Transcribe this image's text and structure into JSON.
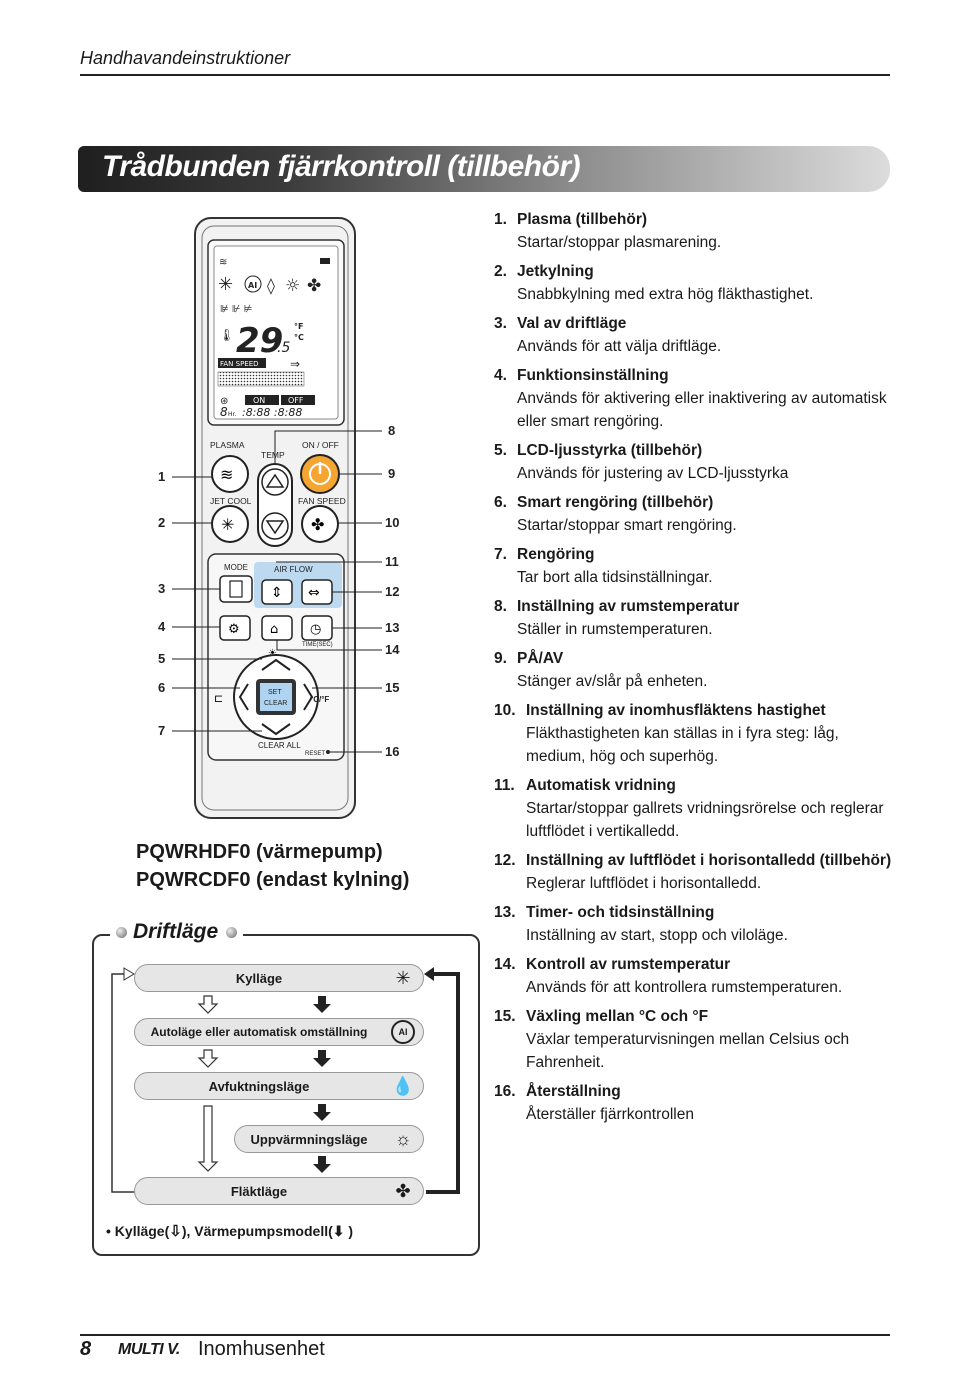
{
  "header": {
    "section": "Handhavandeinstruktioner"
  },
  "title": "Trådbunden fjärrkontroll (tillbehör)",
  "remote": {
    "display": {
      "temp": "29",
      "temp_decimal": ".5",
      "unit_f": "°F",
      "unit_c": "°C",
      "fan_speed": "FAN SPEED",
      "on": "ON",
      "off": "OFF",
      "hr": "Hr."
    },
    "buttons": {
      "plasma": "PLASMA",
      "temp": "TEMP",
      "on_off": "ON / OFF",
      "jet_cool": "JET COOL",
      "fan_speed": "FAN SPEED",
      "mode": "MODE",
      "air_flow": "AIR FLOW",
      "time": "TIME(SEC)",
      "set": "SET",
      "clear": "CLEAR",
      "clear_all": "CLEAR ALL",
      "reset": "RESET",
      "unit_toggle": "°C/°F"
    },
    "callouts": [
      "1",
      "2",
      "3",
      "4",
      "5",
      "6",
      "7",
      "8",
      "9",
      "10",
      "11",
      "12",
      "13",
      "14",
      "15",
      "16"
    ]
  },
  "models": [
    "PQWRHDF0 (värmepump)",
    "PQWRCDF0 (endast kylning)"
  ],
  "items": [
    {
      "num": "1.",
      "title": "Plasma (tillbehör)",
      "body": "Startar/stoppar plasmarening."
    },
    {
      "num": "2.",
      "title": "Jetkylning",
      "body": "Snabbkylning med extra hög fläkthastighet."
    },
    {
      "num": "3.",
      "title": "Val av driftläge",
      "body": "Används för att välja driftläge."
    },
    {
      "num": "4.",
      "title": "Funktionsinställning",
      "body": "Används för aktivering eller inaktivering av automatisk eller smart rengöring."
    },
    {
      "num": "5.",
      "title": "LCD-ljusstyrka (tillbehör)",
      "body": "Används för justering av LCD-ljusstyrka"
    },
    {
      "num": "6.",
      "title": "Smart rengöring (tillbehör)",
      "body": "Startar/stoppar smart rengöring."
    },
    {
      "num": "7.",
      "title": "Rengöring",
      "body": "Tar bort alla tidsinställningar."
    },
    {
      "num": "8.",
      "title": "Inställning av rumstemperatur",
      "body": "Ställer in rumstemperaturen."
    },
    {
      "num": "9.",
      "title": "PÅ/AV",
      "body": "Stänger av/slår på enheten."
    },
    {
      "num": "10.",
      "title": "Inställning av inomhusfläktens hastighet",
      "body": "Fläkthastigheten kan ställas in i fyra steg: låg, medium, hög och superhög."
    },
    {
      "num": "11.",
      "title": "Automatisk vridning",
      "body": "Startar/stoppar gallrets vridningsrörelse och reglerar luftflödet i vertikalledd."
    },
    {
      "num": "12.",
      "title": "Inställning av luftflödet i horisontalledd (tillbehör)",
      "body": "Reglerar luftflödet i horisontalledd."
    },
    {
      "num": "13.",
      "title": "Timer- och tidsinställning",
      "body": "Inställning av start, stopp och viloläge."
    },
    {
      "num": "14.",
      "title": "Kontroll av rumstemperatur",
      "body": "Används för att kontrollera rumstemperaturen."
    },
    {
      "num": "15.",
      "title": "Växling mellan °C och °F",
      "body": "Växlar temperaturvisningen mellan Celsius och Fahrenheit."
    },
    {
      "num": "16.",
      "title": "Återställning",
      "body": "Återställer fjärrkontrollen"
    }
  ],
  "modes": {
    "title": "Driftläge",
    "list": [
      {
        "label": "Kylläge",
        "icon": "snowflake-icon"
      },
      {
        "label": "Autoläge eller automatisk omställning",
        "icon": "ai-icon"
      },
      {
        "label": "Avfuktningsläge",
        "icon": "droplet-icon"
      },
      {
        "label": "Uppvärmningsläge",
        "icon": "sun-icon"
      },
      {
        "label": "Fläktläge",
        "icon": "fan-icon"
      }
    ],
    "note_prefix": "• Kylläge(",
    "note_mid": "), Värmepumpsmodell(",
    "note_suffix": " )"
  },
  "footer": {
    "page": "8",
    "brand": "MULTI V.",
    "label": "Inomhusenhet"
  }
}
